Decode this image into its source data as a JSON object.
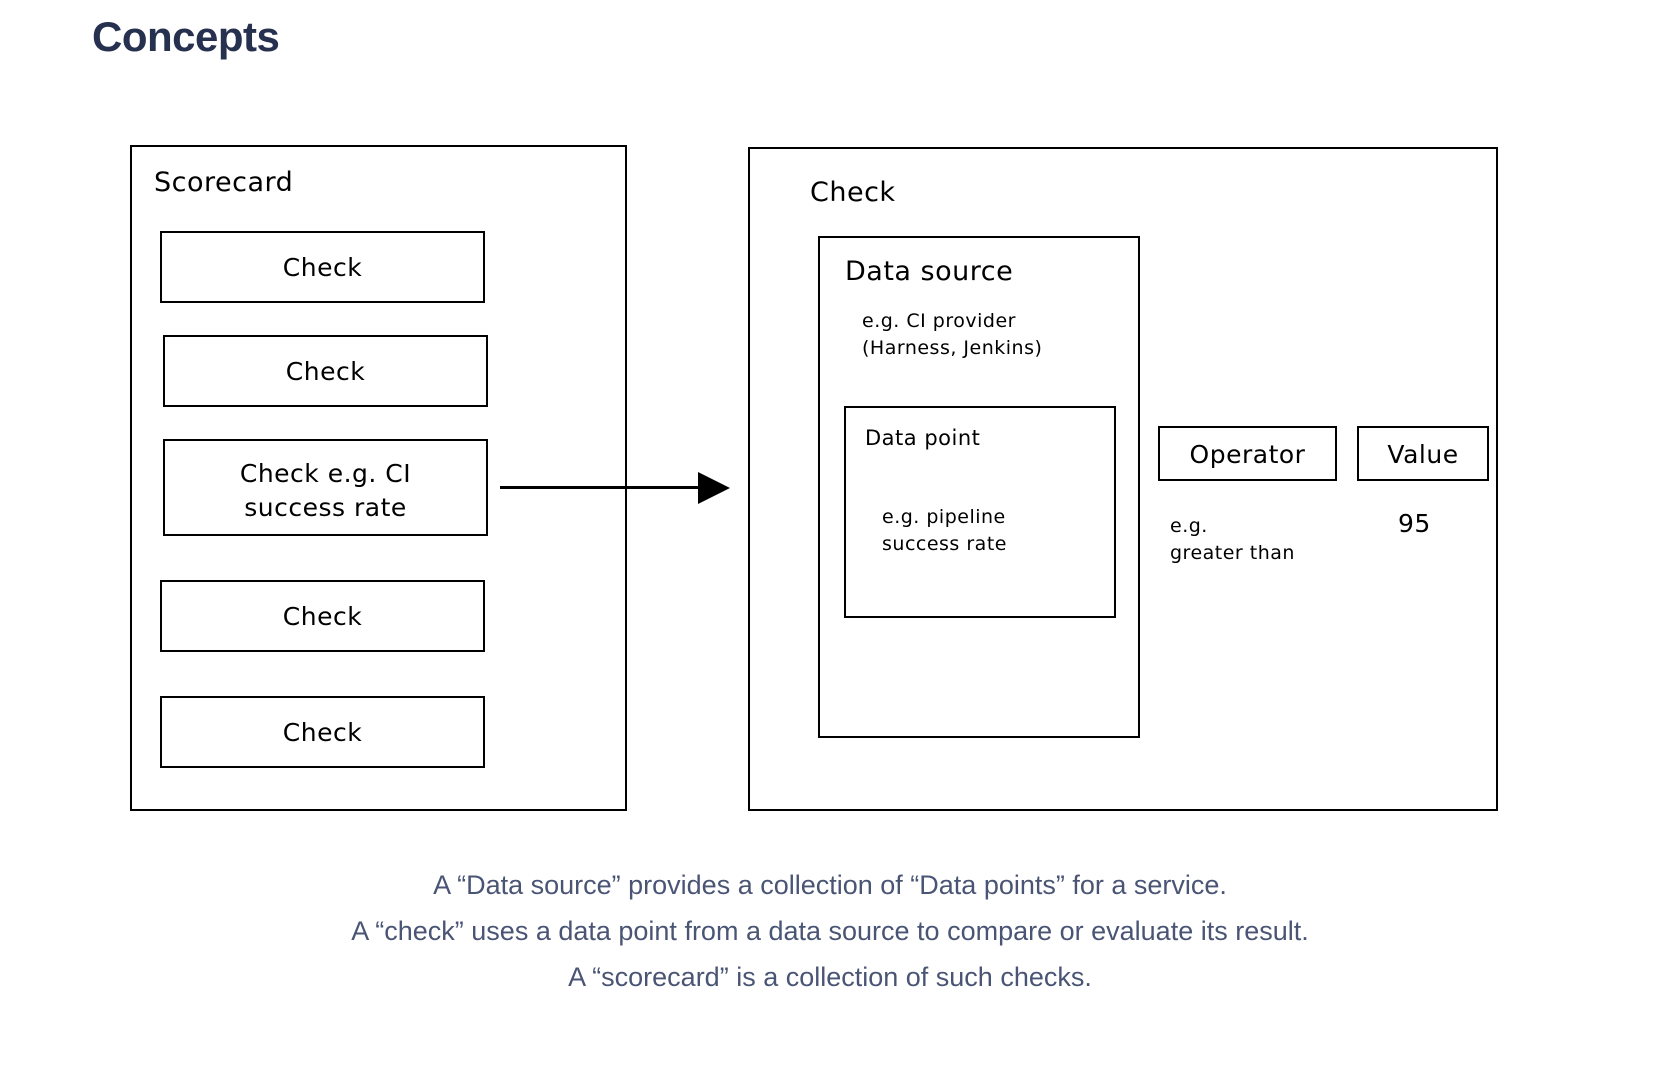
{
  "page": {
    "title": "Concepts",
    "title_color": "#26304f",
    "background": "#ffffff",
    "stroke_color": "#000000",
    "caption_color": "#4a5575"
  },
  "scorecard": {
    "label": "Scorecard",
    "checks": [
      {
        "label": "Check"
      },
      {
        "label": "Check"
      },
      {
        "label": "Check e.g. CI\nsuccess rate",
        "highlighted": true
      },
      {
        "label": "Check"
      },
      {
        "label": "Check"
      }
    ]
  },
  "arrow": {
    "name": "scorecard-to-check-arrow",
    "from": "check-item-3",
    "to": "check-detail-panel"
  },
  "check_detail": {
    "label": "Check",
    "data_source": {
      "label": "Data source",
      "example": "e.g. CI provider\n(Harness, Jenkins)",
      "data_point": {
        "label": "Data point",
        "example": "e.g. pipeline\nsuccess rate"
      }
    },
    "operator": {
      "label": "Operator",
      "example": "e.g.\ngreater than"
    },
    "value": {
      "label": "Value",
      "example": "95"
    }
  },
  "caption": {
    "lines": [
      "A “Data source” provides a collection of “Data points” for a service.",
      "A “check” uses a data point from a data source to compare or evaluate its result.",
      "A “scorecard” is a collection of such checks."
    ]
  }
}
